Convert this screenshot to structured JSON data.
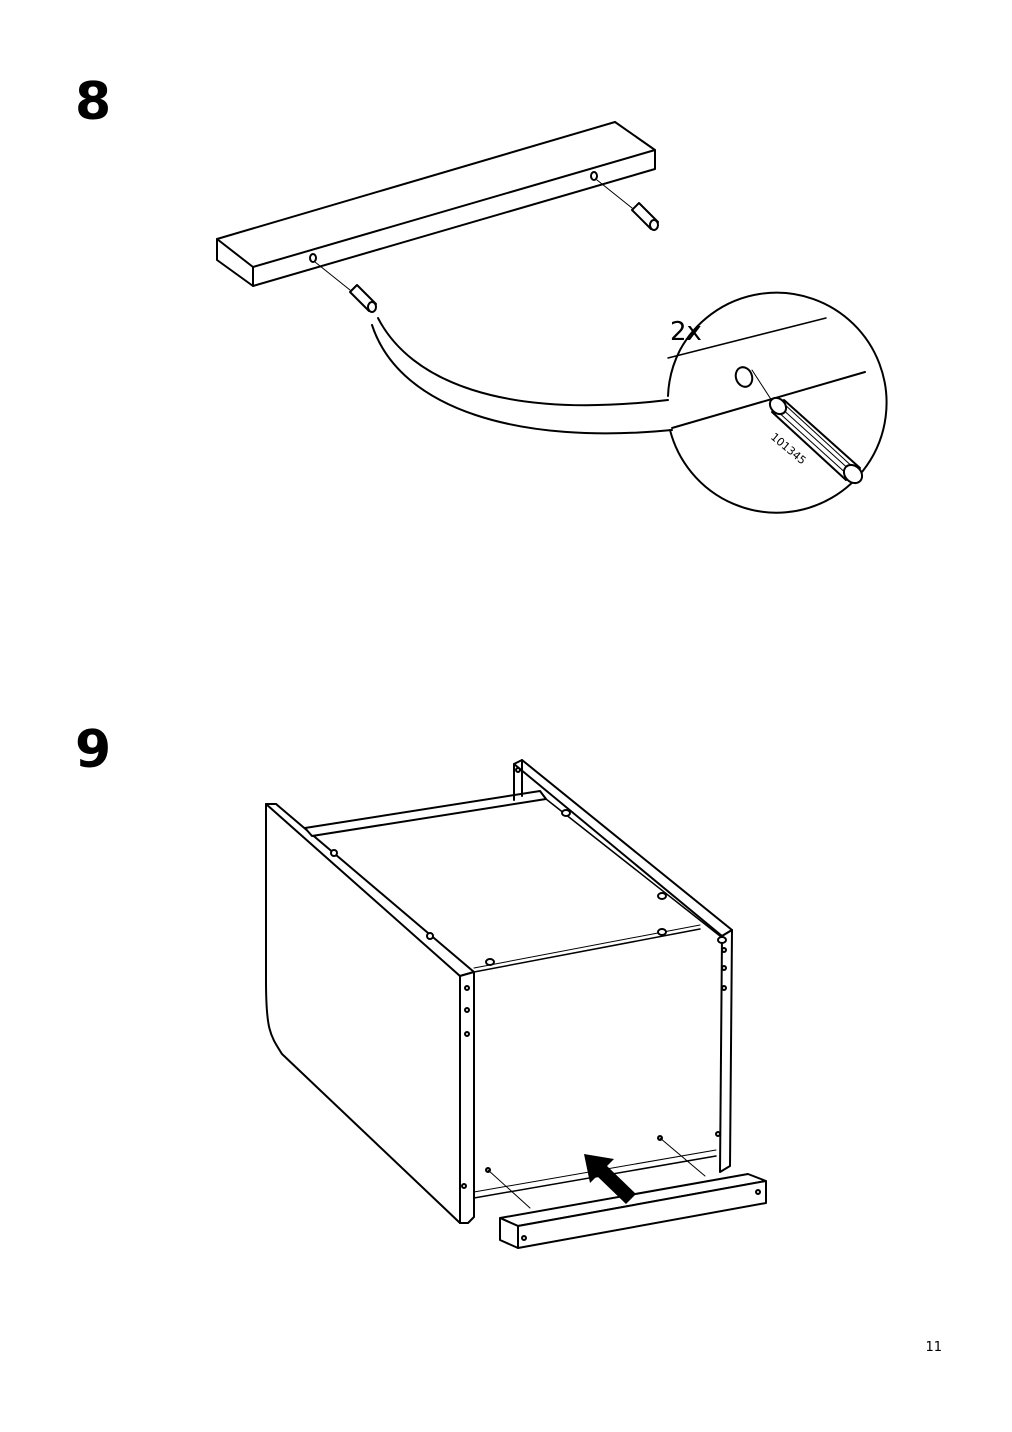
{
  "page": {
    "number": "11"
  },
  "steps": [
    {
      "number": "8",
      "quantity_label": "2x",
      "part_code": "101345",
      "part_icon": "dowel-icon"
    },
    {
      "number": "9",
      "action_icon": "push-arrow-icon"
    }
  ],
  "colors": {
    "line": "#000000",
    "background": "#ffffff",
    "arrow": "#000000"
  }
}
